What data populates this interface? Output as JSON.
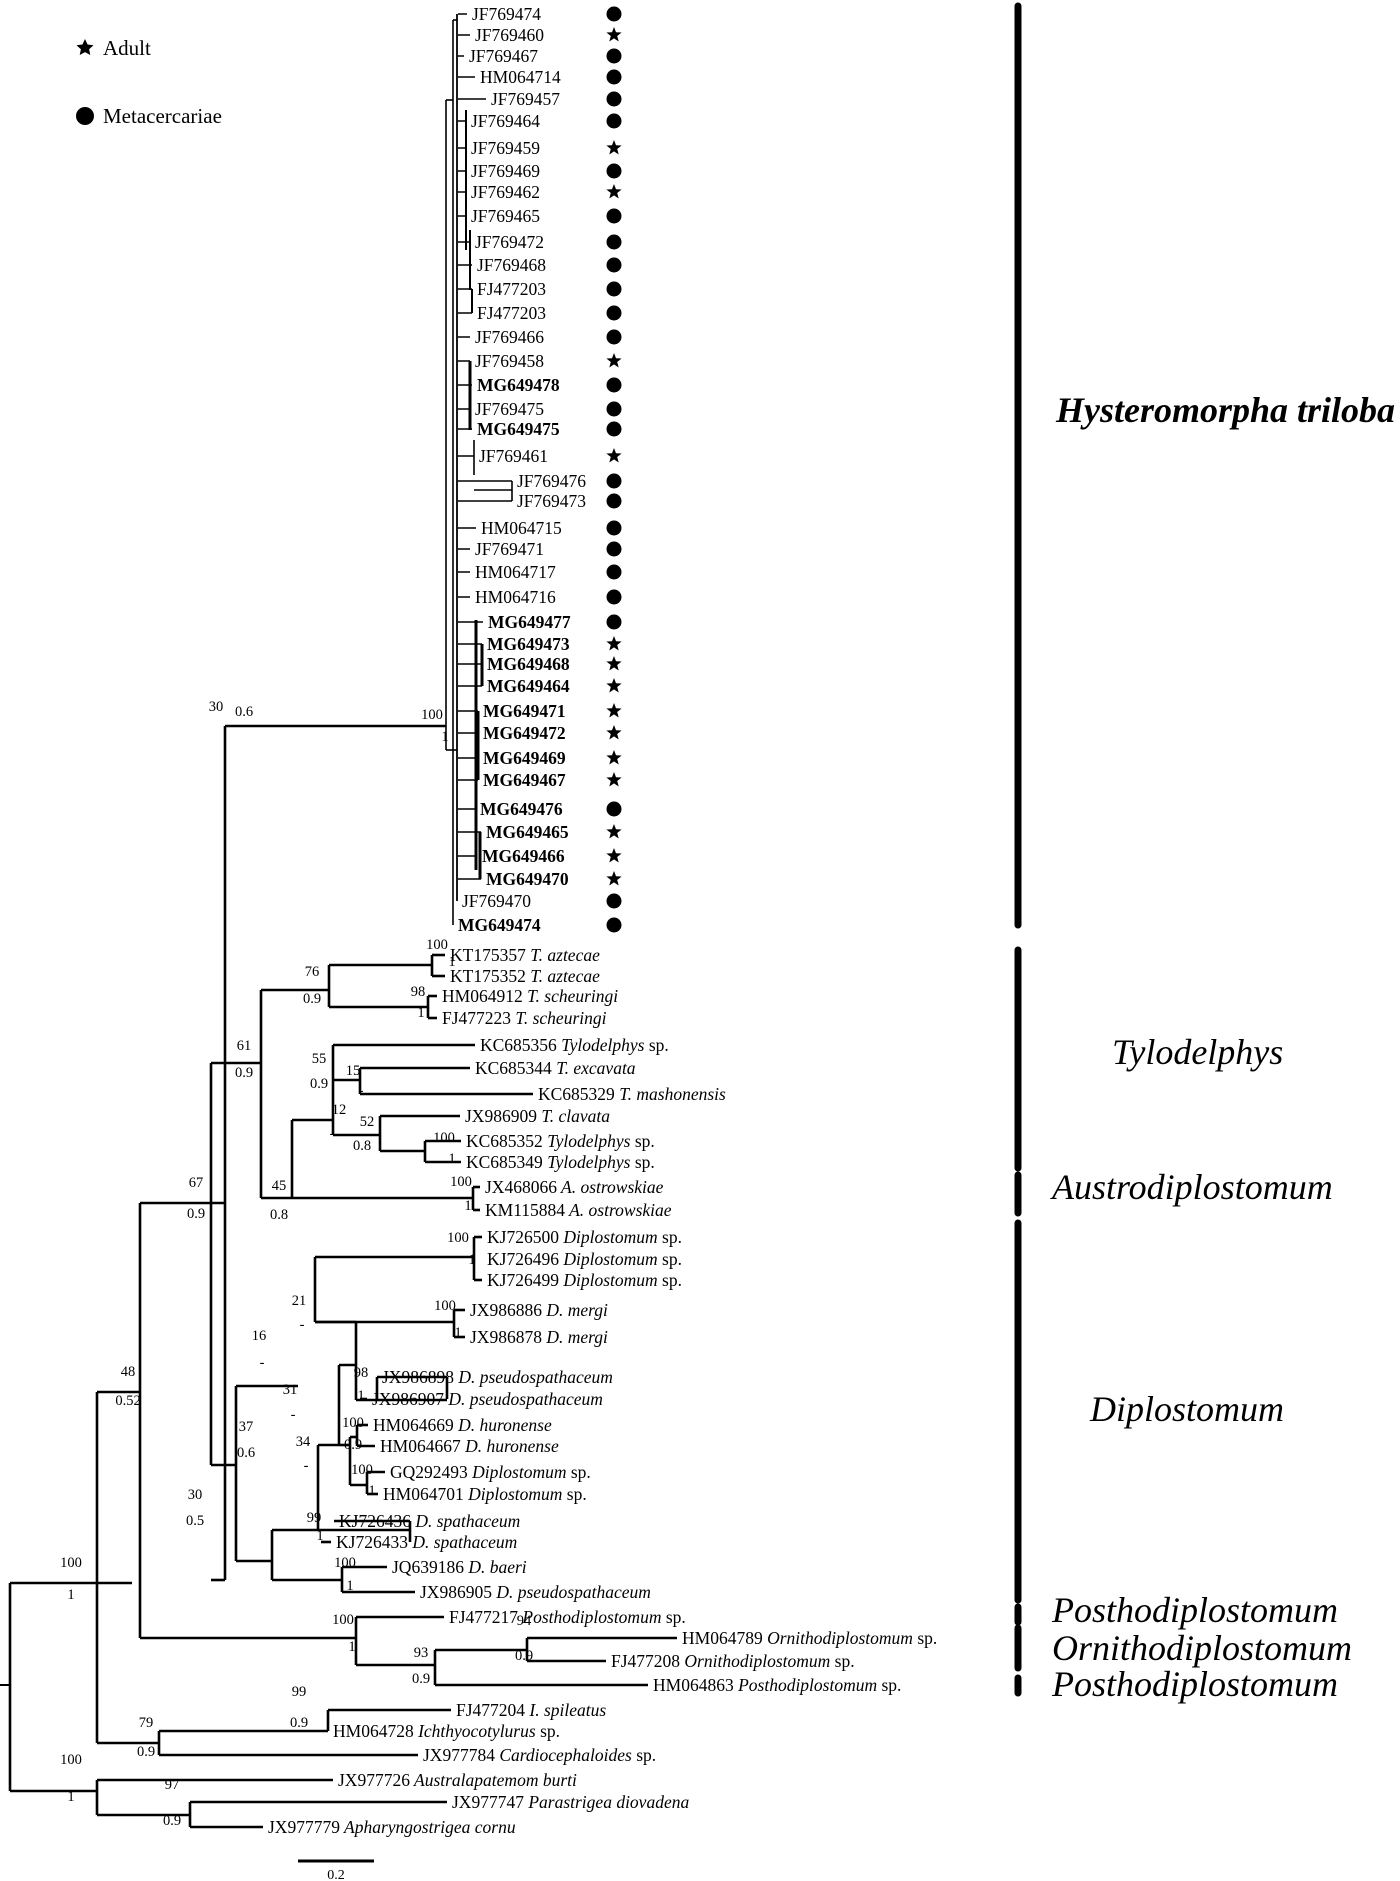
{
  "legend": {
    "adult": "Adult",
    "metacercariae": "Metacercariae"
  },
  "scale_bar": {
    "label": "0.2"
  },
  "clades": {
    "hysteromorpha": "Hysteromorpha triloba",
    "tylodelphys": "Tylodelphys",
    "austrodiplostomum": "Austrodiplostomum",
    "diplostomum": "Diplostomum",
    "posthodiplostomum_1": "Posthodiplostomum",
    "ornithodiplostomum": "Ornithodiplostomum",
    "posthodiplostomum_2": "Posthodiplostomum"
  },
  "tips": {
    "h01": {
      "acc": "JF769474",
      "stage": "metacercariae"
    },
    "h02": {
      "acc": "JF769460",
      "stage": "adult"
    },
    "h03": {
      "acc": "JF769467",
      "stage": "metacercariae"
    },
    "h04": {
      "acc": "HM064714",
      "stage": "metacercariae"
    },
    "h05": {
      "acc": "JF769457",
      "stage": "metacercariae"
    },
    "h06": {
      "acc": "JF769464",
      "stage": "metacercariae"
    },
    "h07": {
      "acc": "JF769459",
      "stage": "adult"
    },
    "h08": {
      "acc": "JF769469",
      "stage": "metacercariae"
    },
    "h09": {
      "acc": "JF769462",
      "stage": "adult"
    },
    "h10": {
      "acc": "JF769465",
      "stage": "metacercariae"
    },
    "h11": {
      "acc": "JF769472",
      "stage": "metacercariae"
    },
    "h12": {
      "acc": "JF769468",
      "stage": "metacercariae"
    },
    "h13": {
      "acc": "FJ477203",
      "stage": "metacercariae"
    },
    "h14": {
      "acc": "FJ477203",
      "stage": "metacercariae"
    },
    "h15": {
      "acc": "JF769466",
      "stage": "metacercariae"
    },
    "h16": {
      "acc": "JF769458",
      "stage": "adult"
    },
    "h17": {
      "acc": "MG649478",
      "stage": "metacercariae"
    },
    "h18": {
      "acc": "JF769475",
      "stage": "metacercariae"
    },
    "h19": {
      "acc": "MG649475",
      "stage": "metacercariae"
    },
    "h20": {
      "acc": "JF769461",
      "stage": "adult"
    },
    "h21": {
      "acc": "JF769476",
      "stage": "metacercariae"
    },
    "h22": {
      "acc": "JF769473",
      "stage": "metacercariae"
    },
    "h23": {
      "acc": "HM064715",
      "stage": "metacercariae"
    },
    "h24": {
      "acc": "JF769471",
      "stage": "metacercariae"
    },
    "h25": {
      "acc": "HM064717",
      "stage": "metacercariae"
    },
    "h26": {
      "acc": "HM064716",
      "stage": "metacercariae"
    },
    "h27": {
      "acc": "MG649477",
      "stage": "metacercariae"
    },
    "h28": {
      "acc": "MG649473",
      "stage": "adult"
    },
    "h29": {
      "acc": "MG649468",
      "stage": "adult"
    },
    "h30": {
      "acc": "MG649464",
      "stage": "adult"
    },
    "h31": {
      "acc": "MG649471",
      "stage": "adult"
    },
    "h32": {
      "acc": "MG649472",
      "stage": "adult"
    },
    "h33": {
      "acc": "MG649469",
      "stage": "adult"
    },
    "h34": {
      "acc": "MG649467",
      "stage": "adult"
    },
    "h35": {
      "acc": "MG649476",
      "stage": "metacercariae"
    },
    "h36": {
      "acc": "MG649465",
      "stage": "adult"
    },
    "h37": {
      "acc": "MG649466",
      "stage": "adult"
    },
    "h38": {
      "acc": "MG649470",
      "stage": "adult"
    },
    "h39": {
      "acc": "JF769470",
      "stage": "metacercariae"
    },
    "h40": {
      "acc": "MG649474",
      "stage": "metacercariae"
    },
    "t01": {
      "acc": "KT175357",
      "species": "T. aztecae"
    },
    "t02": {
      "acc": "KT175352",
      "species": "T. aztecae"
    },
    "t03": {
      "acc": "HM064912",
      "species": "T. scheuringi"
    },
    "t04": {
      "acc": "FJ477223",
      "species": "T. scheuringi"
    },
    "t05": {
      "acc": "KC685356",
      "species": "Tylodelphys",
      "suffix": " sp."
    },
    "t06": {
      "acc": "KC685344",
      "species": "T. excavata"
    },
    "t07": {
      "acc": "KC685329",
      "species": "T. mashonensis"
    },
    "t08": {
      "acc": "JX986909",
      "species": "T. clavata"
    },
    "t09": {
      "acc": "KC685352",
      "species": "Tylodelphys",
      "suffix": " sp."
    },
    "t10": {
      "acc": "KC685349",
      "species": "Tylodelphys",
      "suffix": " sp."
    },
    "a01": {
      "acc": "JX468066",
      "species": "A. ostrowskiae"
    },
    "a02": {
      "acc": "KM115884",
      "species": "A. ostrowskiae"
    },
    "d01": {
      "acc": "KJ726500",
      "species": "Diplostomum",
      "suffix": " sp."
    },
    "d02": {
      "acc": "KJ726496",
      "species": "Diplostomum",
      "suffix": " sp."
    },
    "d03": {
      "acc": "KJ726499",
      "species": "Diplostomum",
      "suffix": " sp."
    },
    "d04": {
      "acc": "JX986886",
      "species": "D. mergi"
    },
    "d05": {
      "acc": "JX986878",
      "species": "D. mergi"
    },
    "d06": {
      "acc": "JX986898",
      "species": "D. pseudospathaceum"
    },
    "d07": {
      "acc": "JX986907",
      "species": "D. pseudospathaceum"
    },
    "d08": {
      "acc": "HM064669",
      "species": "D. huronense"
    },
    "d09": {
      "acc": "HM064667",
      "species": "D. huronense"
    },
    "d10": {
      "acc": "GQ292493",
      "species": "Diplostomum",
      "suffix": " sp."
    },
    "d11": {
      "acc": "HM064701",
      "species": "Diplostomum",
      "suffix": " sp."
    },
    "d12": {
      "acc": "KJ726436",
      "species": "D. spathaceum"
    },
    "d13": {
      "acc": "KJ726433",
      "species": "D. spathaceum"
    },
    "d14": {
      "acc": "JQ639186",
      "species": "D. baeri"
    },
    "d15": {
      "acc": "JX986905",
      "species": "D. pseudospathaceum"
    },
    "p01": {
      "acc": "FJ477217",
      "species": "Posthodiplostomum",
      "suffix": " sp."
    },
    "o01": {
      "acc": "HM064789",
      "species": "Ornithodiplostomum",
      "suffix": " sp."
    },
    "o02": {
      "acc": "FJ477208",
      "species": "Ornithodiplostomum",
      "suffix": " sp."
    },
    "p02": {
      "acc": "HM064863",
      "species": "Posthodiplostomum",
      "suffix": " sp."
    },
    "g01": {
      "acc": "FJ477204",
      "species": "I. spileatus"
    },
    "g02": {
      "acc": "HM064728",
      "species": "Ichthyocotylurus",
      "suffix": " sp."
    },
    "g03": {
      "acc": "JX977784",
      "species": "Cardiocephaloides",
      "suffix": " sp."
    },
    "g04": {
      "acc": "JX977726",
      "species": "Australapatemom burti"
    },
    "g05": {
      "acc": "JX977747",
      "species": "Parastrigea diovadena"
    },
    "g06": {
      "acc": "JX977779",
      "species": "Apharyngostrigea cornu"
    }
  },
  "support": {
    "root_top": {
      "bs": "100",
      "pp": "1"
    },
    "root_bottom": {
      "bs": "100",
      "pp": "1"
    },
    "apat": {
      "bs": "97",
      "pp": "0.9"
    },
    "n48": {
      "bs": "48",
      "pp": "0.52"
    },
    "icht": {
      "bs": "79",
      "pp": "0.9"
    },
    "icht_inner": {
      "bs": "99",
      "pp": "0.9"
    },
    "n67": {
      "bs": "67",
      "pp": "0.9"
    },
    "posth": {
      "bs": "100",
      "pp": "1"
    },
    "posth93": {
      "bs": "93",
      "pp": "0.9"
    },
    "orn94": {
      "bs": "94",
      "pp": "0.9"
    },
    "n30a": {
      "bs": "30",
      "pp": "0.6"
    },
    "hyst": {
      "bs": "100",
      "pp": "1"
    },
    "n61": {
      "bs": "61",
      "pp": "0.9"
    },
    "n76": {
      "bs": "76",
      "pp": "0.9"
    },
    "azte": {
      "bs": "100",
      "pp": "1"
    },
    "sche": {
      "bs": "98",
      "pp": "1"
    },
    "n45": {
      "bs": "45",
      "pp": "0.8"
    },
    "n55": {
      "bs": "55",
      "pp": "0.9"
    },
    "n15": {
      "bs": "15",
      "pp": "-"
    },
    "n12": {
      "bs": "12",
      "pp": "-"
    },
    "n52": {
      "bs": "52",
      "pp": "0.8"
    },
    "tylo100": {
      "bs": "100",
      "pp": "1"
    },
    "aust": {
      "bs": "100",
      "pp": "1"
    },
    "n30b": {
      "bs": "30",
      "pp": "0.5"
    },
    "n37": {
      "bs": "37",
      "pp": "0.6"
    },
    "n16": {
      "bs": "16",
      "pp": "-"
    },
    "n21": {
      "bs": "21",
      "pp": "-"
    },
    "dip100": {
      "bs": "100",
      "pp": "1"
    },
    "mergi": {
      "bs": "100",
      "pp": "1"
    },
    "n31": {
      "bs": "31",
      "pp": "-"
    },
    "pseudo": {
      "bs": "98",
      "pp": "1"
    },
    "n34": {
      "bs": "34",
      "pp": "-"
    },
    "huron": {
      "bs": "100",
      "pp": "0.9"
    },
    "gq": {
      "bs": "100",
      "pp": "1"
    },
    "spath": {
      "bs": "99",
      "pp": "1"
    },
    "baeri": {
      "bs": "100",
      "pp": "1"
    }
  }
}
